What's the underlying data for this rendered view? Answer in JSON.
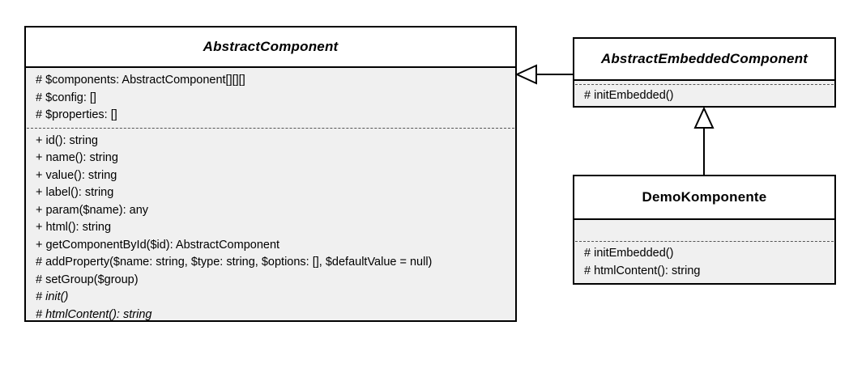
{
  "diagram": {
    "type": "uml-class-diagram",
    "classes": [
      {
        "id": "abstract-component",
        "name": "AbstractComponent",
        "is_abstract": true,
        "attributes": [
          "# $components: AbstractComponent[][][]",
          "# $config: []",
          "# $properties: []"
        ],
        "methods": [
          {
            "text": "+ id(): string",
            "abstract": false
          },
          {
            "text": "+ name(): string",
            "abstract": false
          },
          {
            "text": "+ value(): string",
            "abstract": false
          },
          {
            "text": "+ label(): string",
            "abstract": false
          },
          {
            "text": "+ param($name): any",
            "abstract": false
          },
          {
            "text": "+ html(): string",
            "abstract": false
          },
          {
            "text": "+ getComponentById($id): AbstractComponent",
            "abstract": false
          },
          {
            "text": "# addProperty($name: string, $type: string, $options: [], $defaultValue = null)",
            "abstract": false
          },
          {
            "text": "# setGroup($group)",
            "abstract": false
          },
          {
            "text": "# init()",
            "abstract": true
          },
          {
            "text": "# htmlContent(): string",
            "abstract": true
          }
        ]
      },
      {
        "id": "abstract-embedded-component",
        "name": "AbstractEmbeddedComponent",
        "is_abstract": true,
        "attributes": [],
        "methods": [
          {
            "text": "# initEmbedded()",
            "abstract": false
          }
        ]
      },
      {
        "id": "demo-komponente",
        "name": "DemoKomponente",
        "is_abstract": false,
        "attributes": [],
        "methods": [
          {
            "text": "# initEmbedded()",
            "abstract": false
          },
          {
            "text": "# htmlContent(): string",
            "abstract": false
          }
        ]
      }
    ],
    "relations": [
      {
        "id": "embedded-extends-component",
        "kind": "generalization",
        "from": "AbstractEmbeddedComponent",
        "to": "AbstractComponent"
      },
      {
        "id": "demo-extends-embedded",
        "kind": "generalization",
        "from": "DemoKomponente",
        "to": "AbstractEmbeddedComponent"
      }
    ],
    "colors": {
      "border": "#000000",
      "header_bg": "#ffffff",
      "body_bg": "#f0f0f0",
      "text": "#000000",
      "divider": "#555555"
    }
  }
}
